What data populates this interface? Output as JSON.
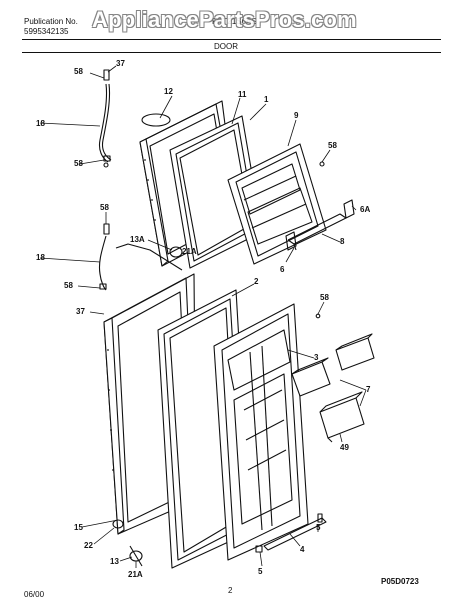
{
  "header": {
    "publication_label": "Publication No.",
    "publication_number": "5995342135",
    "model": "FRT21S6AS",
    "title": "DOOR",
    "watermark": "AppliancePartsPros.com"
  },
  "footer": {
    "date": "06/00",
    "page": "2",
    "code": "P05D0723"
  },
  "callouts": {
    "c37a": "37",
    "c58a": "58",
    "c12": "12",
    "c11": "11",
    "c1": "1",
    "c18a": "18",
    "c58b": "58",
    "c9": "9",
    "c58c": "58",
    "c6A": "6A",
    "c8": "8",
    "c6": "6",
    "c58d": "58",
    "c13A": "13A",
    "c21Aa": "21A",
    "c18b": "18",
    "c58e": "58",
    "c37b": "37",
    "c2": "2",
    "c58f": "58",
    "c3": "3",
    "c7": "7",
    "c49": "49",
    "c15": "15",
    "c22": "22",
    "c13": "13",
    "c21Ab": "21A",
    "c4": "4",
    "c5a": "5",
    "c5b": "5"
  },
  "colors": {
    "ink": "#111111",
    "paper": "#ffffff"
  }
}
